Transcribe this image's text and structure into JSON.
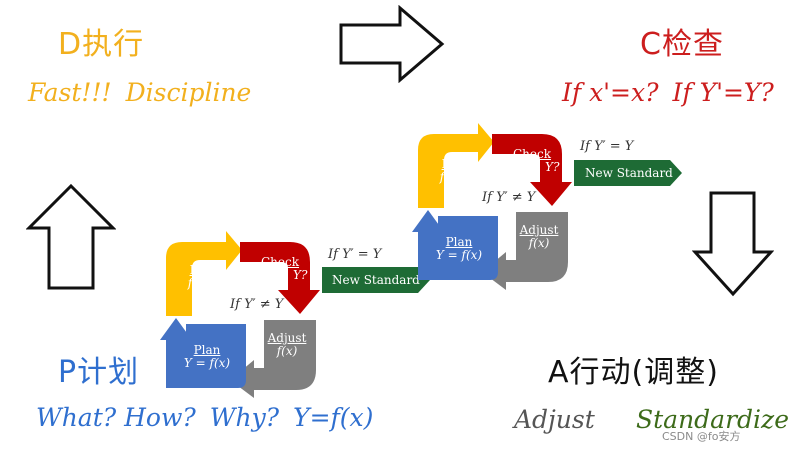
{
  "corners": {
    "do": {
      "title": "D执行",
      "sub": [
        "Fast!!!",
        "Discipline"
      ]
    },
    "check": {
      "title": "C检查",
      "sub": [
        "If x'=x?",
        "If Y'=Y?"
      ]
    },
    "plan": {
      "title": "P计划",
      "sub": [
        "What? How?",
        "Why?",
        "Y=f(x)"
      ]
    },
    "act": {
      "title": "A行动(调整)",
      "sub": [
        "Adjust",
        "Standardize"
      ]
    }
  },
  "cycles": [
    {
      "do": {
        "label": "Do",
        "formula": "f(x)"
      },
      "check": {
        "label": "Check",
        "formula": "if Y′ = Y?"
      },
      "adjust": {
        "label": "Adjust",
        "formula": "f(x)"
      },
      "plan": {
        "label": "Plan",
        "formula": "Y = f(x)"
      },
      "cond_yes": "If Y′ = Y",
      "cond_no": "If Y′ ≠ Y",
      "standard": "New Standard"
    },
    {
      "do": {
        "label": "Do",
        "formula": "f(x)"
      },
      "check": {
        "label": "Check",
        "formula": "if Y′ = Y?"
      },
      "adjust": {
        "label": "Adjust",
        "formula": "f(x)"
      },
      "plan": {
        "label": "Plan",
        "formula": "Y = f(x)"
      },
      "cond_yes": "If Y′ = Y",
      "cond_no": "If Y′ ≠ Y",
      "standard": "New Standard"
    }
  ],
  "watermark": "CSDN @fo安方",
  "colors": {
    "do": "#ffc000",
    "check": "#c00000",
    "adjust": "#7f7f7f",
    "plan": "#4472c4",
    "standard": "#1e6b35"
  },
  "icons": [
    "arrow-right-icon",
    "arrow-down-icon",
    "arrow-up-icon"
  ]
}
